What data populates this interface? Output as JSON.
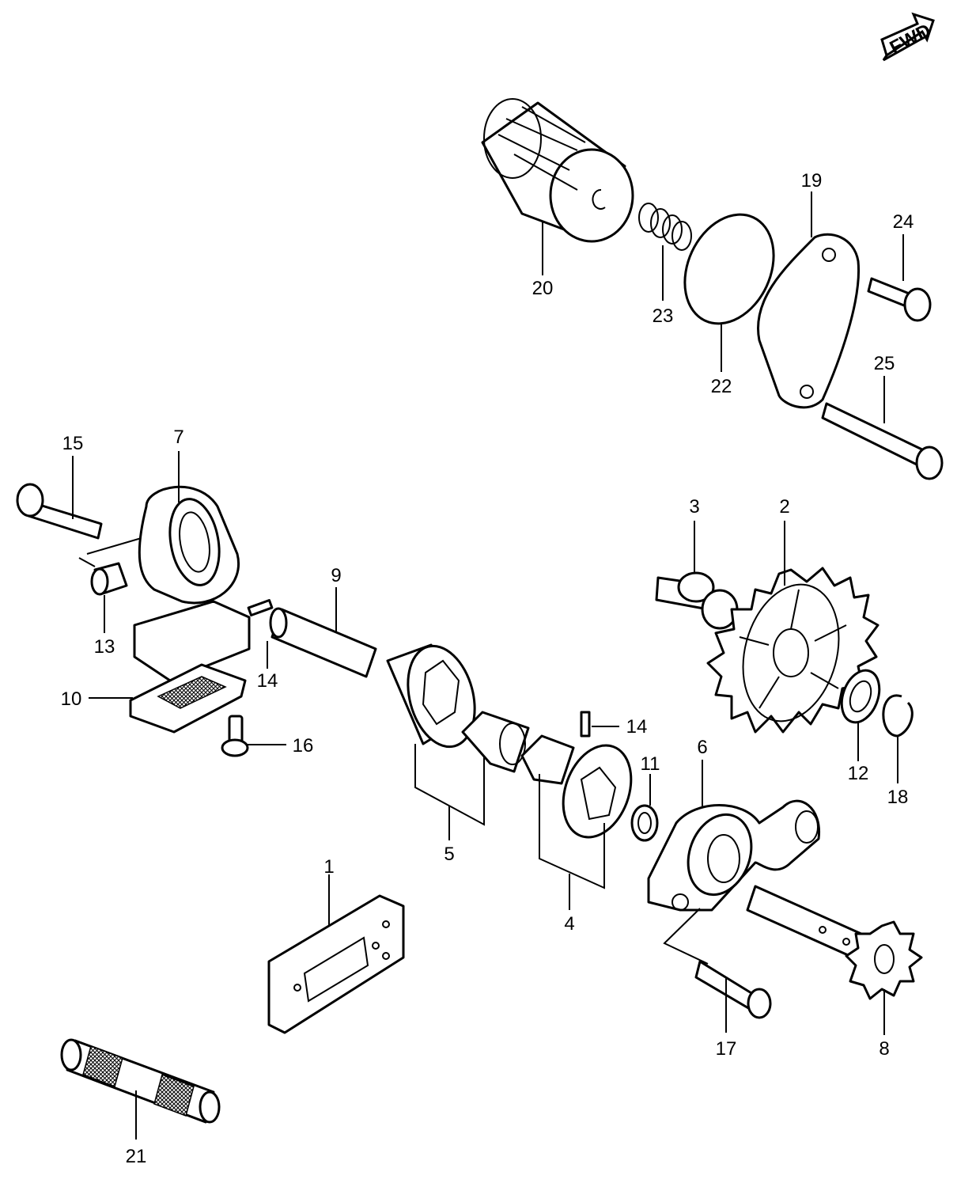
{
  "direction_tag": "FWD",
  "callouts": {
    "c1": "1",
    "c2": "2",
    "c3": "3",
    "c4": "4",
    "c5": "5",
    "c6": "6",
    "c7": "7",
    "c8": "8",
    "c9": "9",
    "c10": "10",
    "c11": "11",
    "c12": "12",
    "c13": "13",
    "c14a": "14",
    "c14b": "14",
    "c15": "15",
    "c16": "16",
    "c17": "17",
    "c18": "18",
    "c19": "19",
    "c20": "20",
    "c21": "21",
    "c22": "22",
    "c23": "23",
    "c24": "24",
    "c25": "25"
  }
}
